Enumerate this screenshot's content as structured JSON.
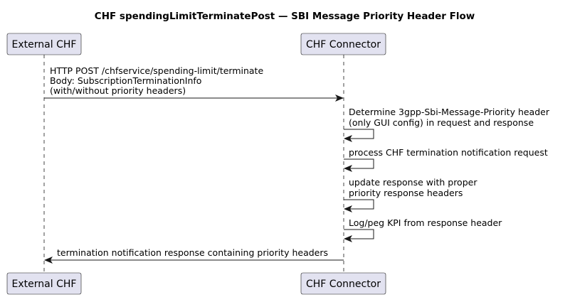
{
  "title": "CHF spendingLimitTerminatePost — SBI Message Priority Header Flow",
  "participants": [
    {
      "name": "External CHF"
    },
    {
      "name": "CHF Connector"
    }
  ],
  "messages": [
    {
      "from": "External CHF",
      "to": "CHF Connector",
      "lines": [
        "HTTP POST /chfservice/spending-limit/terminate",
        "Body: SubscriptionTerminationInfo",
        "(with/without priority headers)"
      ]
    },
    {
      "from": "CHF Connector",
      "to": "CHF Connector",
      "lines": [
        "Determine 3gpp-Sbi-Message-Priority header",
        "(only GUI config) in request and response"
      ]
    },
    {
      "from": "CHF Connector",
      "to": "CHF Connector",
      "lines": [
        "process CHF termination notification request"
      ]
    },
    {
      "from": "CHF Connector",
      "to": "CHF Connector",
      "lines": [
        "update response with proper",
        "priority response headers"
      ]
    },
    {
      "from": "CHF Connector",
      "to": "CHF Connector",
      "lines": [
        "Log/peg KPI from response header"
      ]
    },
    {
      "from": "CHF Connector",
      "to": "External CHF",
      "lines": [
        "termination notification response containing priority headers"
      ]
    }
  ],
  "colors": {
    "participant_fill": "#E2E2F0",
    "participant_border": "#181818",
    "lifeline": "#181818",
    "arrow": "#181818",
    "text": "#000000"
  }
}
